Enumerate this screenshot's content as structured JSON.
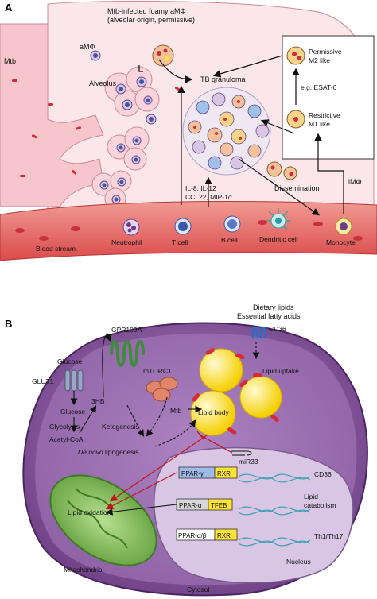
{
  "panel_a": {
    "letter": "A",
    "labels": {
      "mtb": "Mtb",
      "foamy_line1": "Mtb-infected foamy aMΦ",
      "foamy_line2": "(alveolar origin, permissive)",
      "amphi": "aMΦ",
      "alveolus": "Alveolus",
      "tb_granuloma": "TB granuloma",
      "permissive_line1": "Permissive",
      "permissive_line2": "M2 like",
      "esat": "e.g. ESAT-6",
      "restrictive_line1": "Restrictive",
      "restrictive_line2": "M1 like",
      "cytokines_line1": "IL-8, IL-12",
      "cytokines_line2": "CCL22, MIP-1α",
      "dissemination": "Dissemination",
      "imphi": "iMΦ",
      "blood_stream": "Blood stream",
      "neutrophil": "Neutrophil",
      "t_cell": "T cell",
      "b_cell": "B cell",
      "dendritic_cell": "Dendritic cell",
      "monocyte": "Monocyte"
    }
  },
  "panel_b": {
    "letter": "B",
    "labels": {
      "dietary_line1": "Dietary lipids",
      "dietary_line2": "Essential fatty acids",
      "gpr109a": "GPR109A",
      "cd36_receptor": "CD36",
      "glucose_out": "Glucose",
      "glut1": "GLUT1",
      "mtorc1": "mTORC1",
      "lipid_uptake": "Lipid uptake",
      "hb3": "3HB",
      "glucose_in": "Glucose",
      "glycolysis": "Glycolysis",
      "ketogenesis": "Ketogenesis",
      "mtb": "Mtb",
      "lipid_body": "Lipid body",
      "acetyl_coa": "Acetyl-CoA",
      "de_novo": "De novo",
      "lipogenesis": "lipogenesis",
      "mir33": "miR33",
      "ppar_gamma": "PPAR-γ",
      "rxr_1": "RXR",
      "cd36_gene": "CD36",
      "ppar_alpha": "PPAR-α",
      "tfeb": "TFEB",
      "lipid_cat_line1": "Lipid",
      "lipid_cat_line2": "catabolism",
      "lipid_oxidation": "Lipid oxidation",
      "ppar_ab": "PPAR-α/β",
      "rxr_2": "RXR",
      "th1_th17": "Th1/Th17",
      "nucleus": "Nucleus",
      "mitochondria": "Mitochondria",
      "cytosol": "Cytosol"
    }
  },
  "colors": {
    "lung_fill": "#f8dfe2",
    "vessel_fill": "#e86a6a",
    "cell_fill": "#8c5aa0",
    "nucleus_fill": "#d9c6e5",
    "mito_fill": "#8cc36a",
    "lipid_fill": "#ffe433",
    "box_blue": "#9fb9e8",
    "box_gray": "#d7d7d7",
    "mtb_red": "#d8293b"
  }
}
